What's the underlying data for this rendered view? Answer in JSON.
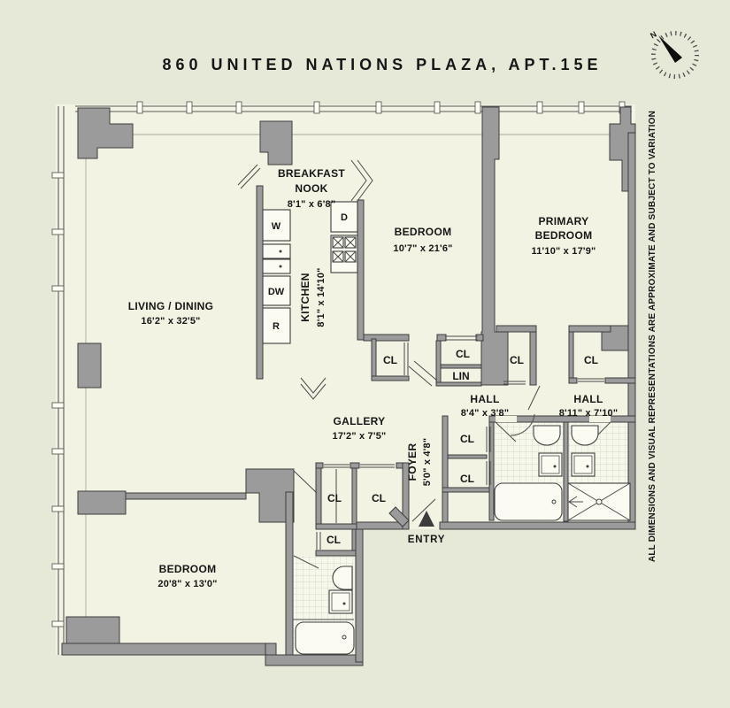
{
  "title": "860 UNITED NATIONS PLAZA, APT.15E",
  "compass": {
    "north_label": "N"
  },
  "disclaimer": "ALL DIMENSIONS AND VISUAL REPRESENTATIONS ARE APPROXIMATE AND SUBJECT TO VARIATION",
  "rooms": {
    "living_dining": {
      "name": "LIVING / DINING",
      "dims": "16'2\" x 32'5\""
    },
    "breakfast_nook": {
      "name_line1": "BREAKFAST",
      "name_line2": "NOOK",
      "dims": "8'1\" x 6'8\""
    },
    "kitchen": {
      "name": "KITCHEN",
      "dims": "8'1\" x 14'10\""
    },
    "bedroom_top": {
      "name": "BEDROOM",
      "dims": "10'7\" x 21'6\""
    },
    "primary_bedroom": {
      "name_line1": "PRIMARY",
      "name_line2": "BEDROOM",
      "dims": "11'10\" x 17'9\""
    },
    "gallery": {
      "name": "GALLERY",
      "dims": "17'2\" x 7'5\""
    },
    "foyer": {
      "name": "FOYER",
      "dims": "5'0\" x 4'8\""
    },
    "hall_center": {
      "name": "HALL",
      "dims": "8'4\" x 3'8\""
    },
    "hall_right": {
      "name": "HALL",
      "dims": "8'11\" x 7'10\""
    },
    "bedroom_bottom": {
      "name": "BEDROOM",
      "dims": "20'8\" x 13'0\""
    }
  },
  "labels": {
    "closet": "CL",
    "linen": "LIN",
    "entry": "ENTRY"
  },
  "appliances": {
    "washer": "W",
    "dryer": "D",
    "dishwasher": "DW",
    "refrigerator": "R"
  },
  "colors": {
    "background": "#e7e9d8",
    "room_fill": "#f2f3e3",
    "wall_gray": "#9b9b9b",
    "outline": "#3d3d3d",
    "text": "#161616"
  }
}
